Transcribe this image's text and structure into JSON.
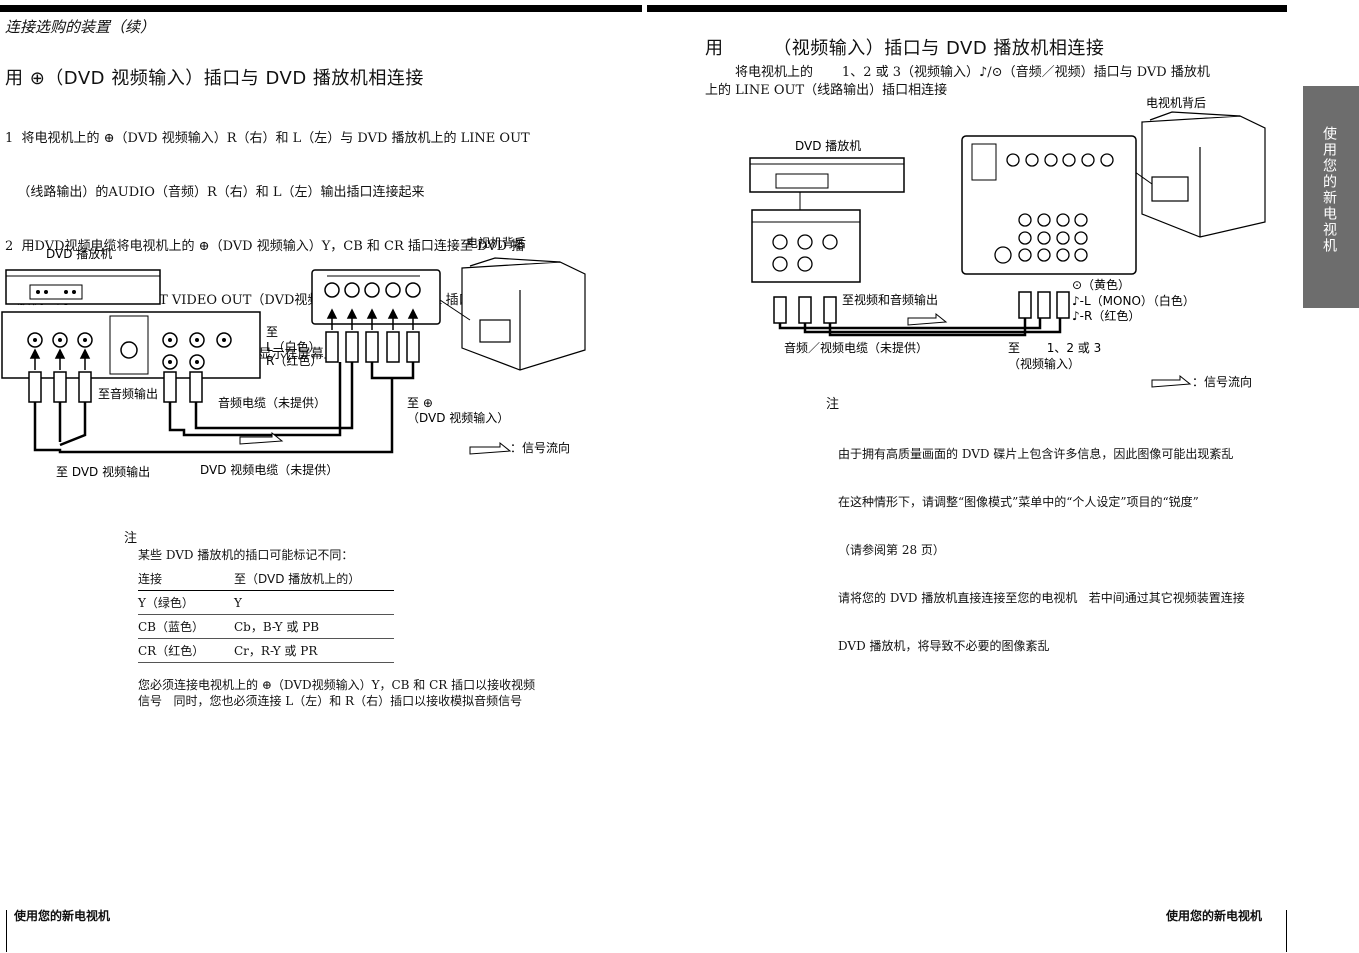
{
  "left": {
    "header": "连接选购的装置（续）",
    "title": "用 ⊕（DVD 视频输入）插口与 DVD 播放机相连接",
    "steps": [
      "1  将电视机上的 ⊕（DVD 视频输入）R（右）和 L（左）与 DVD 播放机上的 LINE OUT",
      "   （线路输出）的AUDIO（音频）R（右）和 L（左）输出插口连接起来",
      "2  用DVD视频电缆将电视机上的 ⊕（DVD 视频输入）Y，CB 和 CR 插口连接至 DVD 播",
      "   放机上的 COMPONENT VIDEO OUT（DVD视频输出）Y，CB 和 CR 插口",
      "3  按压遥控器或电视机上的      直到“DVD”显示在屏幕上"
    ],
    "diagram": {
      "dvd_player_label": "DVD 播放机",
      "tv_back_label": "电视机背后",
      "to_label": "至",
      "l_white": "L（白色）",
      "r_red": "R（红色）",
      "to_audio_out": "至音频输出",
      "audio_cable": "音频电缆（未提供）",
      "to_dvd_video_in_prefix": "至 ⊕",
      "to_dvd_video_in": "（DVD 视频输入）",
      "signal_flow": "：信号流向",
      "to_dvd_video_out": "至 DVD 视频输出",
      "dvd_video_cable": "DVD 视频电缆（未提供）"
    },
    "note": {
      "label": "注",
      "intro": "某些 DVD 播放机的插口可能标记不同：",
      "table": {
        "headers": [
          "连接",
          "至（DVD 播放机上的）"
        ],
        "rows": [
          [
            "Y（绿色）",
            "Y"
          ],
          [
            "CB（蓝色）",
            "Cb，B-Y 或 PB"
          ],
          [
            "CR（红色）",
            "Cr，R-Y 或 PR"
          ]
        ]
      },
      "para1": "您必须连接电视机上的 ⊕（DVD视频输入）Y，CB 和 CR 插口以接收视频",
      "para2": "信号   同时，您也必须连接 L（左）和 R（右）插口以接收模拟音频信号"
    },
    "footer": "使用您的新电视机"
  },
  "right": {
    "title": "用        （视频输入）插口与 DVD 播放机相连接",
    "intro1": "将电视机上的       1、2 或 3（视频输入）♪/⊙（音频／视频）插口与 DVD 播放机",
    "intro2": "上的 LINE OUT（线路输出）插口相连接",
    "diagram": {
      "tv_back_label": "电视机背后",
      "dvd_player_label": "DVD 播放机",
      "to_video_audio_out": "至视频和音频输出",
      "yellow": "⊙（黄色）",
      "l_mono": "♪-L（MONO）（白色）",
      "r_red": "♪-R（红色）",
      "av_cable": "音频／视频电缆（未提供）",
      "to_in": "至       1、2 或 3",
      "video_input": "（视频输入）",
      "signal_flow": "：信号流向"
    },
    "note": {
      "label": "注",
      "lines": [
        "由于拥有高质量画面的 DVD 碟片上包含许多信息，因此图像可能出现紊乱",
        "在这种情形下，请调整“图像模式”菜单中的“个人设定”项目的“锐度”",
        "（请参阅第 28 页）",
        "请将您的 DVD 播放机直接连接至您的电视机   若中间通过其它视频装置连接",
        "DVD 播放机，将导致不必要的图像紊乱"
      ]
    },
    "footer": "使用您的新电视机",
    "side_tab": "使用您的新电视机"
  }
}
